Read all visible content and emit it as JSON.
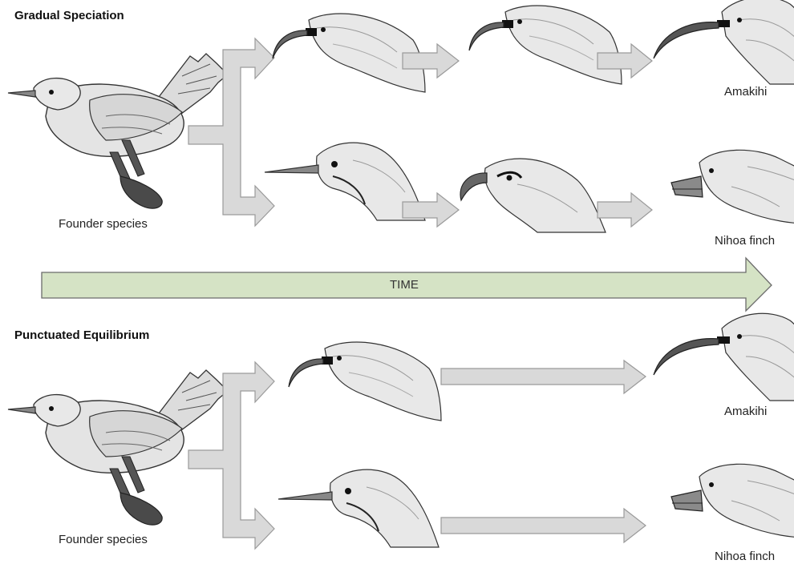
{
  "sections": {
    "gradual": {
      "title": "Gradual Speciation",
      "founder_label": "Founder species",
      "top_species": "Amakihi",
      "bottom_species": "Nihoa finch"
    },
    "punctuated": {
      "title": "Punctuated Equilibrium",
      "founder_label": "Founder species",
      "top_species": "Amakihi",
      "bottom_species": "Nihoa finch"
    }
  },
  "time_label": "TIME",
  "colors": {
    "arrow_fill": "#d9d9d9",
    "arrow_stroke": "#9a9a9a",
    "time_fill": "#d5e3c5",
    "time_stroke": "#6b6b6b",
    "bird_fill": "#e4e4e4",
    "bird_stroke": "#333333"
  }
}
